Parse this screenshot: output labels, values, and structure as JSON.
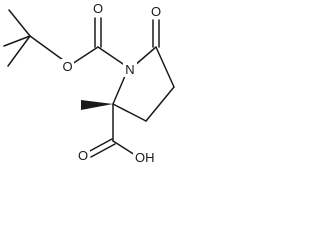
{
  "molecule": {
    "atom_labels": {
      "boc_ester_oxygen": "O",
      "boc_carbonyl_oxygen": "O",
      "ring_nitrogen": "N",
      "lactam_oxygen": "O",
      "acid_carbonyl_oxygen": "O",
      "acid_hydroxyl": "OH"
    }
  }
}
